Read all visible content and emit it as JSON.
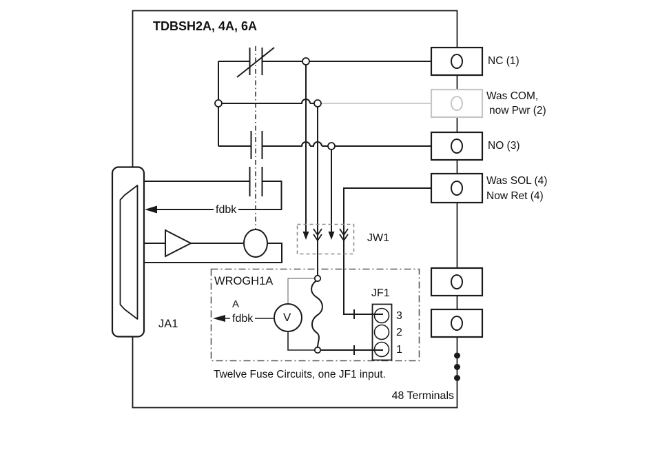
{
  "title": "TDBSH2A, 4A, 6A",
  "board_connector": {
    "label": "JA1"
  },
  "relay": {
    "feedback": "fdbk"
  },
  "jumper": {
    "label": "JW1"
  },
  "module": {
    "label": "WROGH1A",
    "point_a": "A",
    "feedback": "fdbk",
    "voltmeter": "V",
    "connector": {
      "label": "JF1",
      "pins": [
        "3",
        "2",
        "1"
      ]
    }
  },
  "terminals": {
    "t1": {
      "line1": "NC (1)"
    },
    "t2": {
      "line1": "Was COM,",
      "line2": "now Pwr (2)"
    },
    "t3": {
      "line1": "NO (3)"
    },
    "t4": {
      "line1": "Was SOL (4)",
      "line2": "Now Ret (4)"
    }
  },
  "caption": "Twelve Fuse Circuits, one JF1 input.",
  "terminal_count": "48 Terminals",
  "colors": {
    "line": "#1a1a1a",
    "grayed": "#c6c6c6",
    "thin": "#777777"
  }
}
